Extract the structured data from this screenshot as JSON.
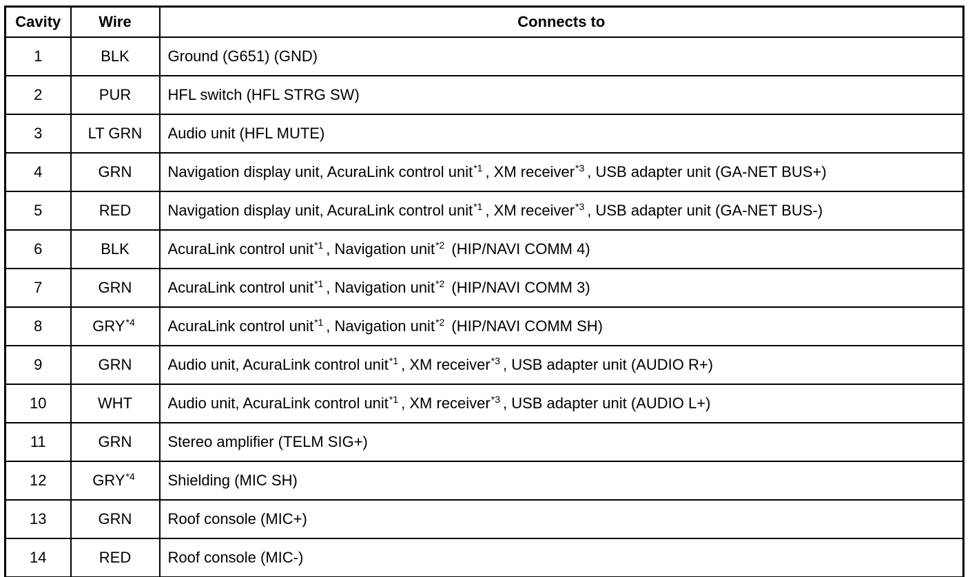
{
  "table": {
    "header": {
      "cavity": "Cavity",
      "wire": "Wire",
      "connects": "Connects to"
    },
    "rows": [
      {
        "cavity": "1",
        "wire": [
          {
            "t": "BLK"
          }
        ],
        "connects": [
          {
            "t": "Ground (G651) (GND)"
          }
        ]
      },
      {
        "cavity": "2",
        "wire": [
          {
            "t": "PUR"
          }
        ],
        "connects": [
          {
            "t": "HFL switch (HFL STRG SW)"
          }
        ]
      },
      {
        "cavity": "3",
        "wire": [
          {
            "t": "LT GRN"
          }
        ],
        "connects": [
          {
            "t": "Audio unit (HFL MUTE)"
          }
        ]
      },
      {
        "cavity": "4",
        "wire": [
          {
            "t": "GRN"
          }
        ],
        "connects": [
          {
            "t": "Navigation display unit, AcuraLink control unit"
          },
          {
            "sup": "*1"
          },
          {
            "t": ", XM receiver"
          },
          {
            "sup": "*3"
          },
          {
            "t": ", USB adapter unit (GA-NET BUS+)"
          }
        ]
      },
      {
        "cavity": "5",
        "wire": [
          {
            "t": "RED"
          }
        ],
        "connects": [
          {
            "t": "Navigation display unit, AcuraLink control unit"
          },
          {
            "sup": "*1"
          },
          {
            "t": ", XM receiver"
          },
          {
            "sup": "*3"
          },
          {
            "t": ", USB adapter unit (GA-NET BUS-)"
          }
        ]
      },
      {
        "cavity": "6",
        "wire": [
          {
            "t": "BLK"
          }
        ],
        "connects": [
          {
            "t": "AcuraLink control unit"
          },
          {
            "sup": "*1"
          },
          {
            "t": ", Navigation unit"
          },
          {
            "sup": "*2"
          },
          {
            "t": " (HIP/NAVI COMM 4)"
          }
        ]
      },
      {
        "cavity": "7",
        "wire": [
          {
            "t": "GRN"
          }
        ],
        "connects": [
          {
            "t": "AcuraLink control unit"
          },
          {
            "sup": "*1"
          },
          {
            "t": ", Navigation unit"
          },
          {
            "sup": "*2"
          },
          {
            "t": " (HIP/NAVI COMM 3)"
          }
        ]
      },
      {
        "cavity": "8",
        "wire": [
          {
            "t": "GRY"
          },
          {
            "sup": "*4"
          }
        ],
        "connects": [
          {
            "t": "AcuraLink control unit"
          },
          {
            "sup": "*1"
          },
          {
            "t": ", Navigation unit"
          },
          {
            "sup": "*2"
          },
          {
            "t": " (HIP/NAVI COMM SH)"
          }
        ]
      },
      {
        "cavity": "9",
        "wire": [
          {
            "t": "GRN"
          }
        ],
        "connects": [
          {
            "t": "Audio unit, AcuraLink control unit"
          },
          {
            "sup": "*1"
          },
          {
            "t": ", XM receiver"
          },
          {
            "sup": "*3"
          },
          {
            "t": ", USB adapter unit (AUDIO R+)"
          }
        ]
      },
      {
        "cavity": "10",
        "wire": [
          {
            "t": "WHT"
          }
        ],
        "connects": [
          {
            "t": "Audio unit, AcuraLink control unit"
          },
          {
            "sup": "*1"
          },
          {
            "t": ", XM receiver"
          },
          {
            "sup": "*3"
          },
          {
            "t": ", USB adapter unit (AUDIO L+)"
          }
        ]
      },
      {
        "cavity": "11",
        "wire": [
          {
            "t": "GRN"
          }
        ],
        "connects": [
          {
            "t": "Stereo amplifier (TELM SIG+)"
          }
        ]
      },
      {
        "cavity": "12",
        "wire": [
          {
            "t": "GRY"
          },
          {
            "sup": "*4"
          }
        ],
        "connects": [
          {
            "t": "Shielding (MIC SH)"
          }
        ]
      },
      {
        "cavity": "13",
        "wire": [
          {
            "t": "GRN"
          }
        ],
        "connects": [
          {
            "t": "Roof console (MIC+)"
          }
        ]
      },
      {
        "cavity": "14",
        "wire": [
          {
            "t": "RED"
          }
        ],
        "connects": [
          {
            "t": "Roof console (MIC-)"
          }
        ]
      }
    ]
  },
  "colors": {
    "border": "#000000",
    "text": "#000000",
    "background": "#ffffff"
  }
}
